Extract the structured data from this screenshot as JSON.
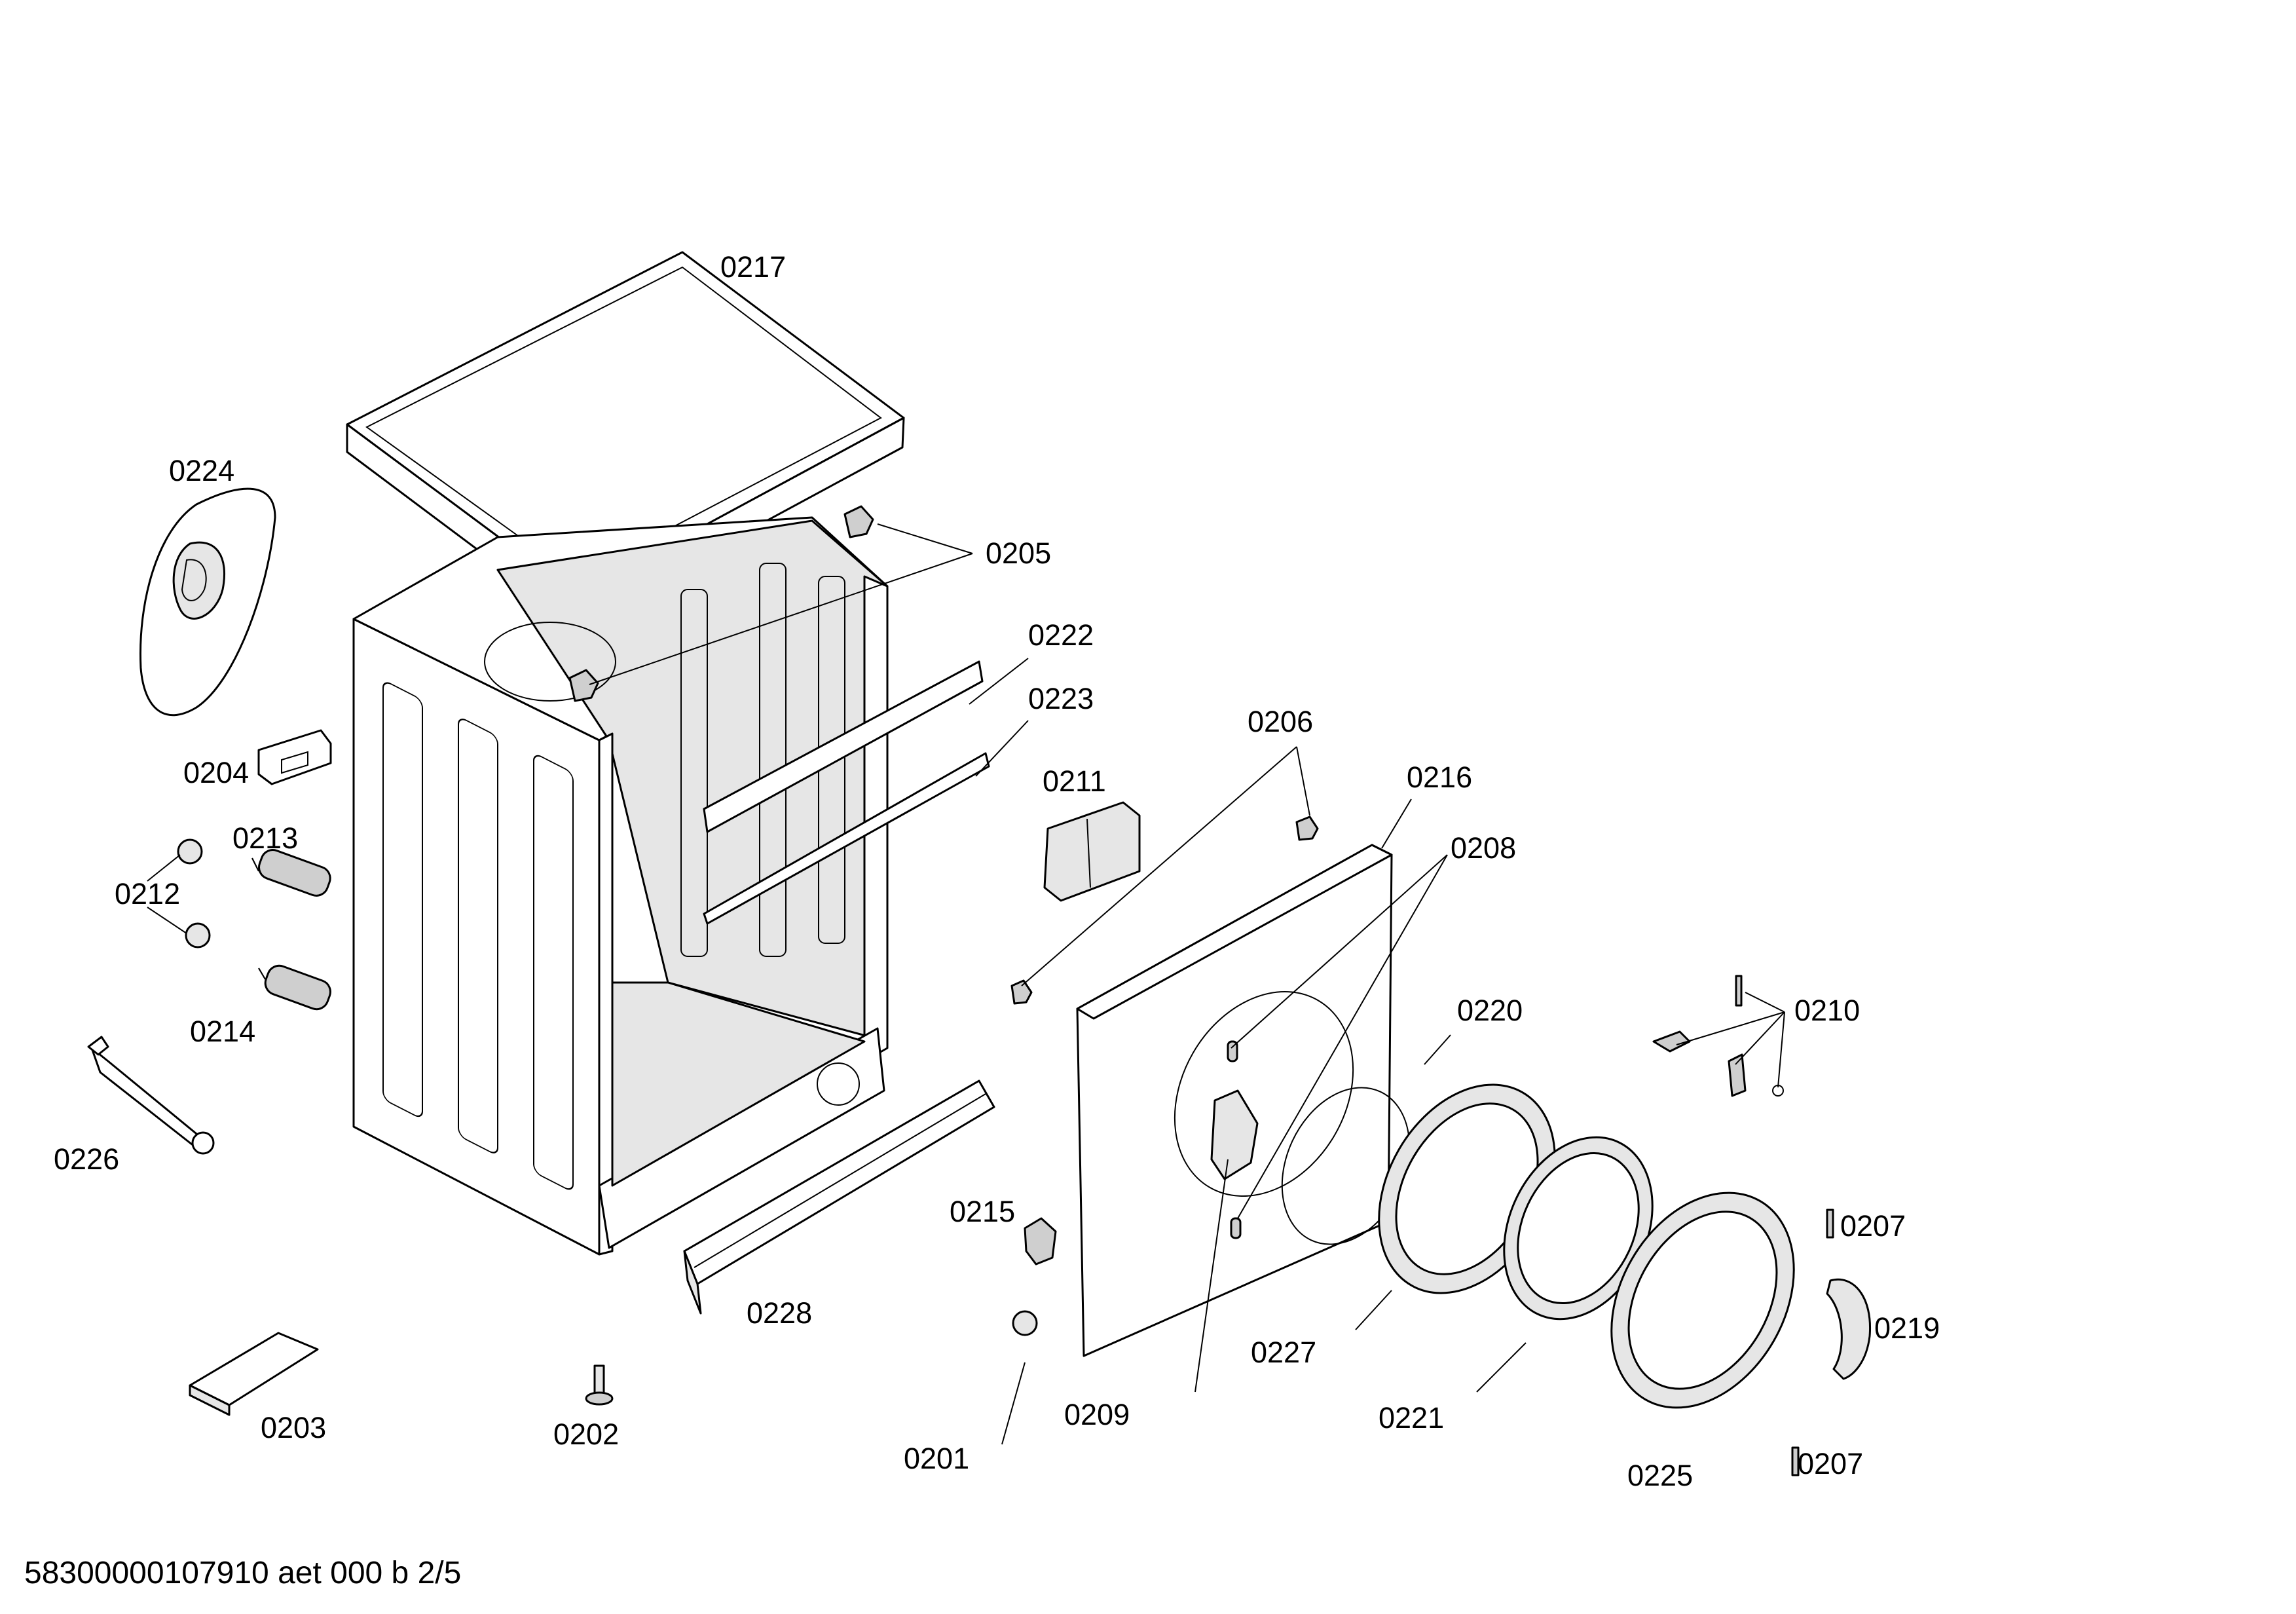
{
  "diagram": {
    "footer": "58300000107910 aet 000 b 2/5",
    "labels": {
      "p0217": "0217",
      "p0224": "0224",
      "p0205": "0205",
      "p0222": "0222",
      "p0223": "0223",
      "p0204": "0204",
      "p0213": "0213",
      "p0212": "0212",
      "p0214": "0214",
      "p0226": "0226",
      "p0206": "0206",
      "p0211": "0211",
      "p0216": "0216",
      "p0208": "0208",
      "p0220": "0220",
      "p0210": "0210",
      "p0207a": "0207",
      "p0207b": "0207",
      "p0219": "0219",
      "p0215": "0215",
      "p0228": "0228",
      "p0227": "0227",
      "p0221": "0221",
      "p0225": "0225",
      "p0209": "0209",
      "p0201": "0201",
      "p0203": "0203",
      "p0202": "0202"
    }
  }
}
